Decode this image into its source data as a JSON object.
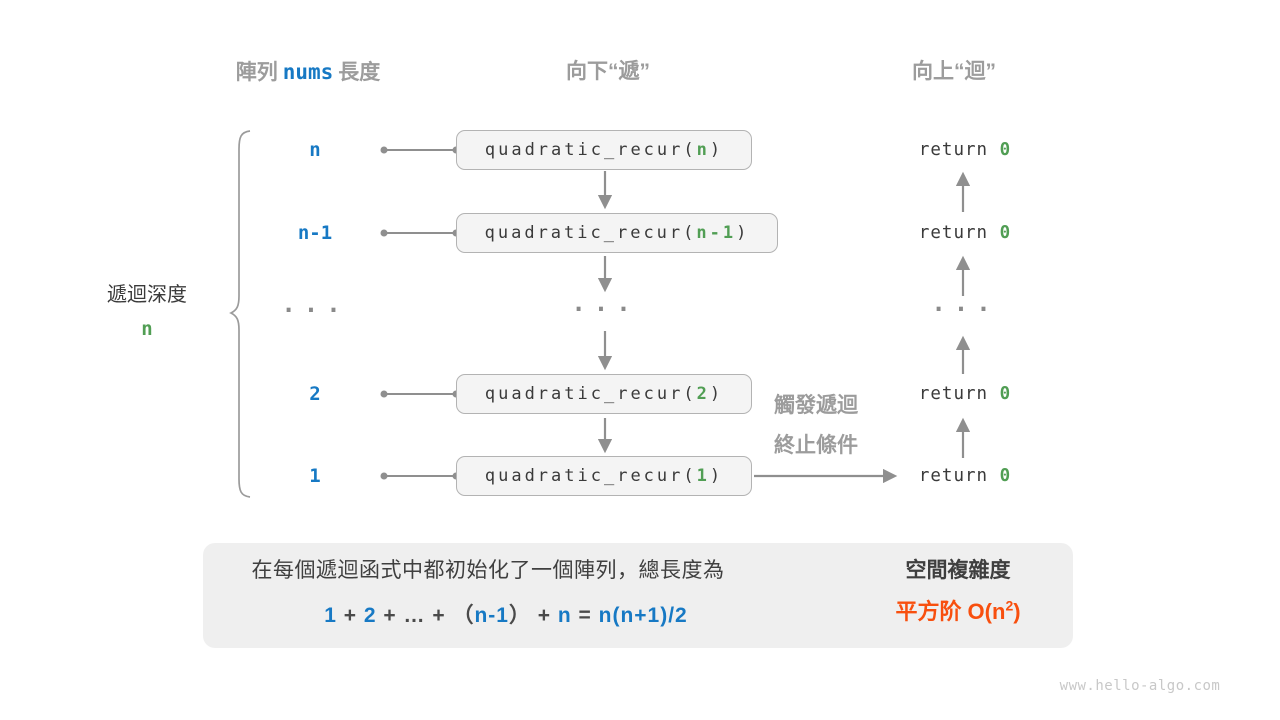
{
  "colors": {
    "blue": "#1779C4",
    "green": "#519E54",
    "orange": "#F84F0E",
    "gray_text": "#9C9C9C",
    "dark_text": "#3A3A3A",
    "line": "#8F8F8F",
    "box_fill": "#F4F4F4",
    "box_border": "#B3B3B3",
    "summary_fill": "#EFEFEF",
    "block_arrow": "#C9C9C9",
    "watermark": "#C8C8C8"
  },
  "header": {
    "array_prefix": "陣列",
    "array_code": "nums",
    "array_suffix": "長度",
    "down": "向下“遞”",
    "up": "向上“迴”"
  },
  "depth_label": {
    "text": "遞迴深度",
    "value": "n"
  },
  "rows": [
    {
      "label": "n",
      "call_pre": "quadratic_recur(",
      "call_arg": "n",
      "call_post": ")",
      "ret_kw": "return ",
      "ret_val": "0"
    },
    {
      "label": "n-1",
      "call_pre": "quadratic_recur(",
      "call_arg": "n-1",
      "call_post": ")",
      "ret_kw": "return ",
      "ret_val": "0"
    },
    {
      "label": "...",
      "call": "...",
      "ret": "..."
    },
    {
      "label": "2",
      "call_pre": "quadratic_recur(",
      "call_arg": "2",
      "call_post": ")",
      "ret_kw": "return ",
      "ret_val": "0"
    },
    {
      "label": "1",
      "call_pre": "quadratic_recur(",
      "call_arg": "1",
      "call_post": ")",
      "ret_kw": "return ",
      "ret_val": "0"
    }
  ],
  "notes": {
    "trigger_line1": "觸發遞迴",
    "trigger_line2": "終止條件"
  },
  "summary": {
    "line1": "在每個遞迴函式中都初始化了一個陣列，總長度為",
    "formula": [
      {
        "text": "1"
      },
      {
        "text": " + "
      },
      {
        "text": "2"
      },
      {
        "text": " + "
      },
      {
        "text": "…"
      },
      {
        "text": " + "
      },
      {
        "text": "（"
      },
      {
        "text": "n-1"
      },
      {
        "text": "）"
      },
      {
        "text": " + "
      },
      {
        "text": "n"
      },
      {
        "text": " = "
      },
      {
        "text": "n(n+1)/2"
      }
    ],
    "result_title": "空間複雜度",
    "result_pre": "平方阶 O(n",
    "result_sup": "2",
    "result_post": ")"
  },
  "watermark": "www.hello-algo.com"
}
